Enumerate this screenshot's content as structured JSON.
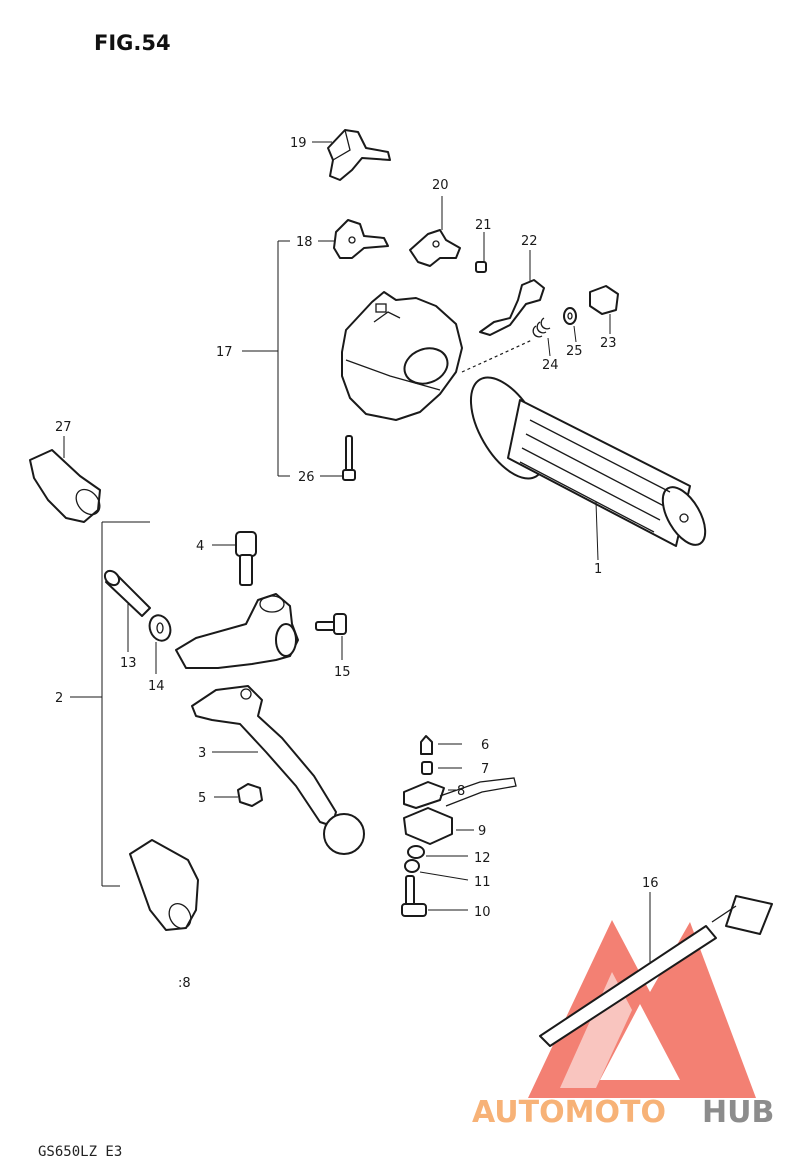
{
  "figure": {
    "title": "FIG.54",
    "model_code": "GS650LZ E3",
    "stray_mark": ":8"
  },
  "callouts": [
    {
      "id": "c19",
      "text": "19"
    },
    {
      "id": "c20",
      "text": "20"
    },
    {
      "id": "c21",
      "text": "21"
    },
    {
      "id": "c22",
      "text": "22"
    },
    {
      "id": "c18",
      "text": "18"
    },
    {
      "id": "c17",
      "text": "17"
    },
    {
      "id": "c23",
      "text": "23"
    },
    {
      "id": "c24",
      "text": "24"
    },
    {
      "id": "c25",
      "text": "25"
    },
    {
      "id": "c27",
      "text": "27"
    },
    {
      "id": "c26",
      "text": "26"
    },
    {
      "id": "c1",
      "text": "1"
    },
    {
      "id": "c4",
      "text": "4"
    },
    {
      "id": "c13",
      "text": "13"
    },
    {
      "id": "c14",
      "text": "14"
    },
    {
      "id": "c15",
      "text": "15"
    },
    {
      "id": "c2",
      "text": "2"
    },
    {
      "id": "c3",
      "text": "3"
    },
    {
      "id": "c5",
      "text": "5"
    },
    {
      "id": "c6",
      "text": "6"
    },
    {
      "id": "c7",
      "text": "7"
    },
    {
      "id": "c8",
      "text": "8"
    },
    {
      "id": "c9",
      "text": "9"
    },
    {
      "id": "c12",
      "text": "12"
    },
    {
      "id": "c11",
      "text": "11"
    },
    {
      "id": "c10",
      "text": "10"
    },
    {
      "id": "c16",
      "text": "16"
    }
  ],
  "watermark": {
    "brand_part_1": "AUTOMOTO",
    "brand_part_2": "HUB",
    "logo_color": "#f26b5b",
    "text_color_1": "#f7b277",
    "text_color_2": "#8c8c8c"
  }
}
